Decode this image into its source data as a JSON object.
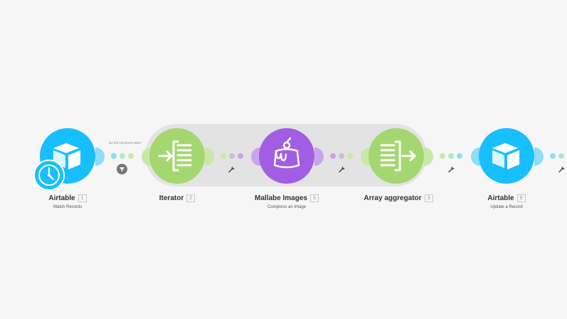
{
  "scenario": {
    "modules": [
      {
        "id": "airtable-watch",
        "name": "Airtable",
        "index": "1",
        "subtitle": "Watch Records",
        "color": "#18bfff",
        "icon": "airtable-icon"
      },
      {
        "id": "iterator",
        "name": "Iterator",
        "index": "2",
        "subtitle": "",
        "color": "#a5d770",
        "icon": "iterator-icon"
      },
      {
        "id": "mallabe",
        "name": "Mallabe Images",
        "index": "5",
        "subtitle": "Compress an Image",
        "color": "#a25ee3",
        "icon": "cake-icon"
      },
      {
        "id": "array-aggregator",
        "name": "Array aggregator",
        "index": "3",
        "subtitle": "",
        "color": "#a5d770",
        "icon": "aggregator-icon"
      },
      {
        "id": "airtable-update",
        "name": "Airtable",
        "index": "9",
        "subtitle": "Update a Record",
        "color": "#18bfff",
        "icon": "airtable-icon"
      }
    ],
    "filter_label": "Do not compress twice",
    "trigger_icon": "clock-icon",
    "filter_icon": "funnel-icon",
    "link_icon": "wrench-icon"
  }
}
